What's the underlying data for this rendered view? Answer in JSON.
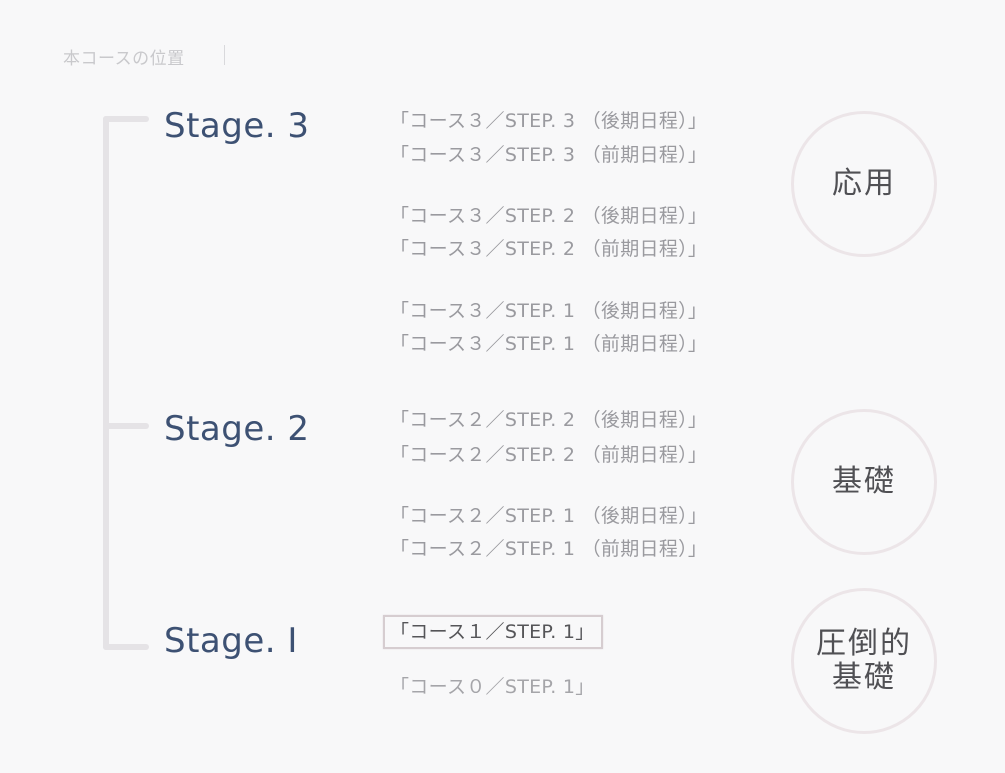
{
  "header": {
    "title": "本コースの位置"
  },
  "stages": [
    {
      "label": "Stage. 3"
    },
    {
      "label": "Stage. 2"
    },
    {
      "label": "Stage. I"
    }
  ],
  "courses": {
    "c3s3_late": "「コース３／STEP. 3 （後期日程）」",
    "c3s3_early": "「コース３／STEP. 3 （前期日程）」",
    "c3s2_late": "「コース３／STEP. 2 （後期日程）」",
    "c3s2_early": "「コース３／STEP. 2 （前期日程）」",
    "c3s1_late": "「コース３／STEP. 1 （後期日程）」",
    "c3s1_early": "「コース３／STEP. 1 （前期日程）」",
    "c2s2_late": "「コース２／STEP. 2 （後期日程）」",
    "c2s2_early": "「コース２／STEP. 2 （前期日程）」",
    "c2s1_late": "「コース２／STEP. 1 （後期日程）」",
    "c2s1_early": "「コース２／STEP. 1 （前期日程）」",
    "c1s1": "「コース１／STEP. 1」",
    "c0s1": "「コース０／STEP. 1」"
  },
  "levels": {
    "applied": "応用",
    "basic": "基礎",
    "overwhelming_line1": "圧倒的",
    "overwhelming_line2": "基礎"
  },
  "colors": {
    "background": "#f8f8f9",
    "stage_text": "#3d5173",
    "course_text": "#9a9a9f",
    "current_course_text": "#555558",
    "circle_border": "#ece5e8",
    "bracket": "#e5e3e6"
  }
}
